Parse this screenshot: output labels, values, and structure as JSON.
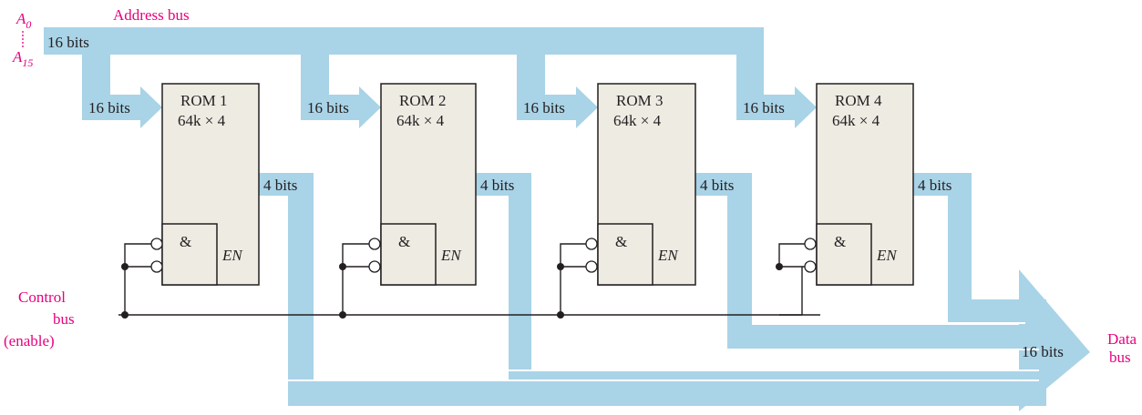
{
  "address_bus": {
    "label": "Address bus",
    "range_top": "A",
    "range_top_sub": "0",
    "range_bottom": "A",
    "range_bottom_sub": "15",
    "width_label": "16 bits"
  },
  "roms": [
    {
      "name": "ROM 1",
      "size": "64k × 4",
      "in_label": "16 bits",
      "out_label": "4 bits",
      "gate": "&",
      "enable": "EN"
    },
    {
      "name": "ROM 2",
      "size": "64k × 4",
      "in_label": "16 bits",
      "out_label": "4 bits",
      "gate": "&",
      "enable": "EN"
    },
    {
      "name": "ROM 3",
      "size": "64k × 4",
      "in_label": "16 bits",
      "out_label": "4 bits",
      "gate": "&",
      "enable": "EN"
    },
    {
      "name": "ROM 4",
      "size": "64k × 4",
      "in_label": "16 bits",
      "out_label": "4 bits",
      "gate": "&",
      "enable": "EN"
    }
  ],
  "control_bus": {
    "line1": "Control",
    "line2": "bus",
    "line3": "(enable)"
  },
  "data_bus": {
    "line1": "Data",
    "line2": "bus",
    "width_label": "16 bits"
  },
  "colors": {
    "bus": "#a9d3e7",
    "label_accent": "#e6007e",
    "rom_fill": "#eeebe3"
  }
}
